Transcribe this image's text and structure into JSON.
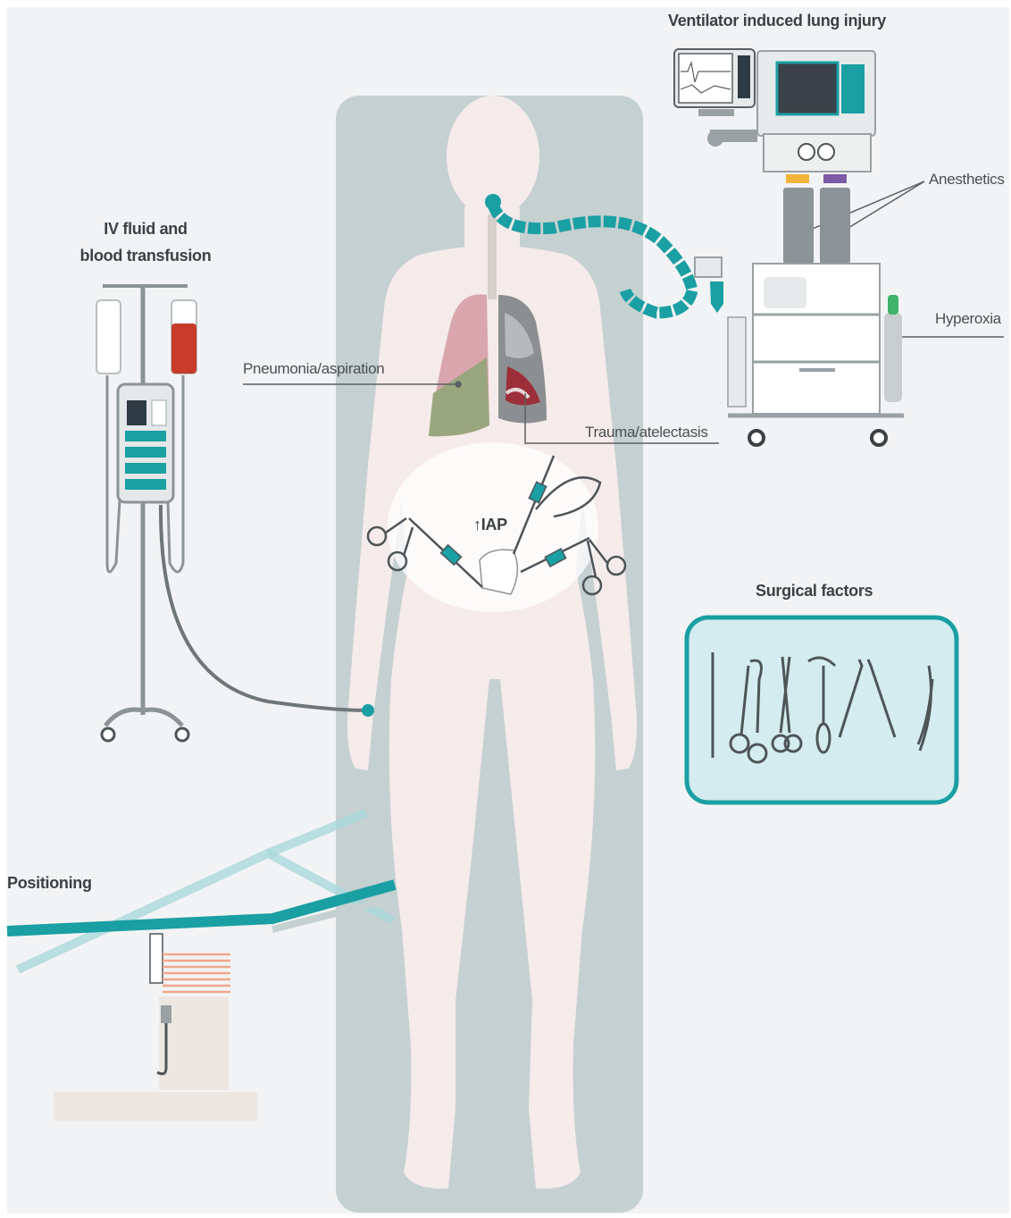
{
  "labels": {
    "ventilator_title": "Ventilator induced lung injury",
    "anesthetics": "Anesthetics",
    "hyperoxia": "Hyperoxia",
    "iv_title_line1": "IV fluid and",
    "iv_title_line2": "blood transfusion",
    "pneumonia": "Pneumonia/aspiration",
    "trauma": "Trauma/atelectasis",
    "iap": "↑IAP",
    "surgical_factors": "Surgical factors",
    "positioning": "Positioning"
  },
  "colors": {
    "background": "#f2f3f4",
    "bed": "#c5d0d1",
    "body": "#f5ebea",
    "teal": "#1a9fa3",
    "label": "#4a4f52",
    "blood": "#c63b2a",
    "instrument_panel": "#d4ecef"
  },
  "icons": [
    "ventilator-machine-icon",
    "patient-monitor-icon",
    "iv-pole-icon",
    "lungs-icon",
    "laparoscopic-instruments-icon",
    "surgical-instruments-icon",
    "operating-table-icon",
    "oxygen-cylinder-icon"
  ]
}
